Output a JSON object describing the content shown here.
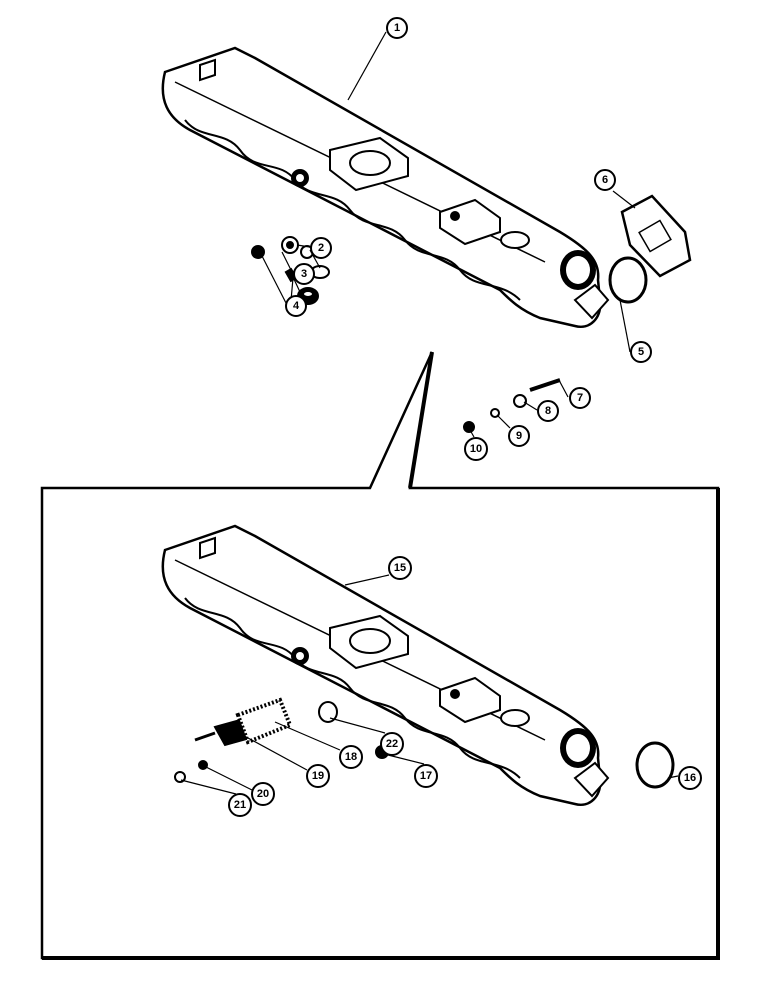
{
  "diagram": {
    "callouts_top": [
      "1",
      "2",
      "3",
      "4",
      "5",
      "6",
      "7",
      "8",
      "9",
      "10"
    ],
    "callouts_inset": [
      "15",
      "16",
      "17",
      "18",
      "19",
      "20",
      "21",
      "22"
    ]
  },
  "colors": {
    "ink": "#000000",
    "background": "#ffffff"
  }
}
